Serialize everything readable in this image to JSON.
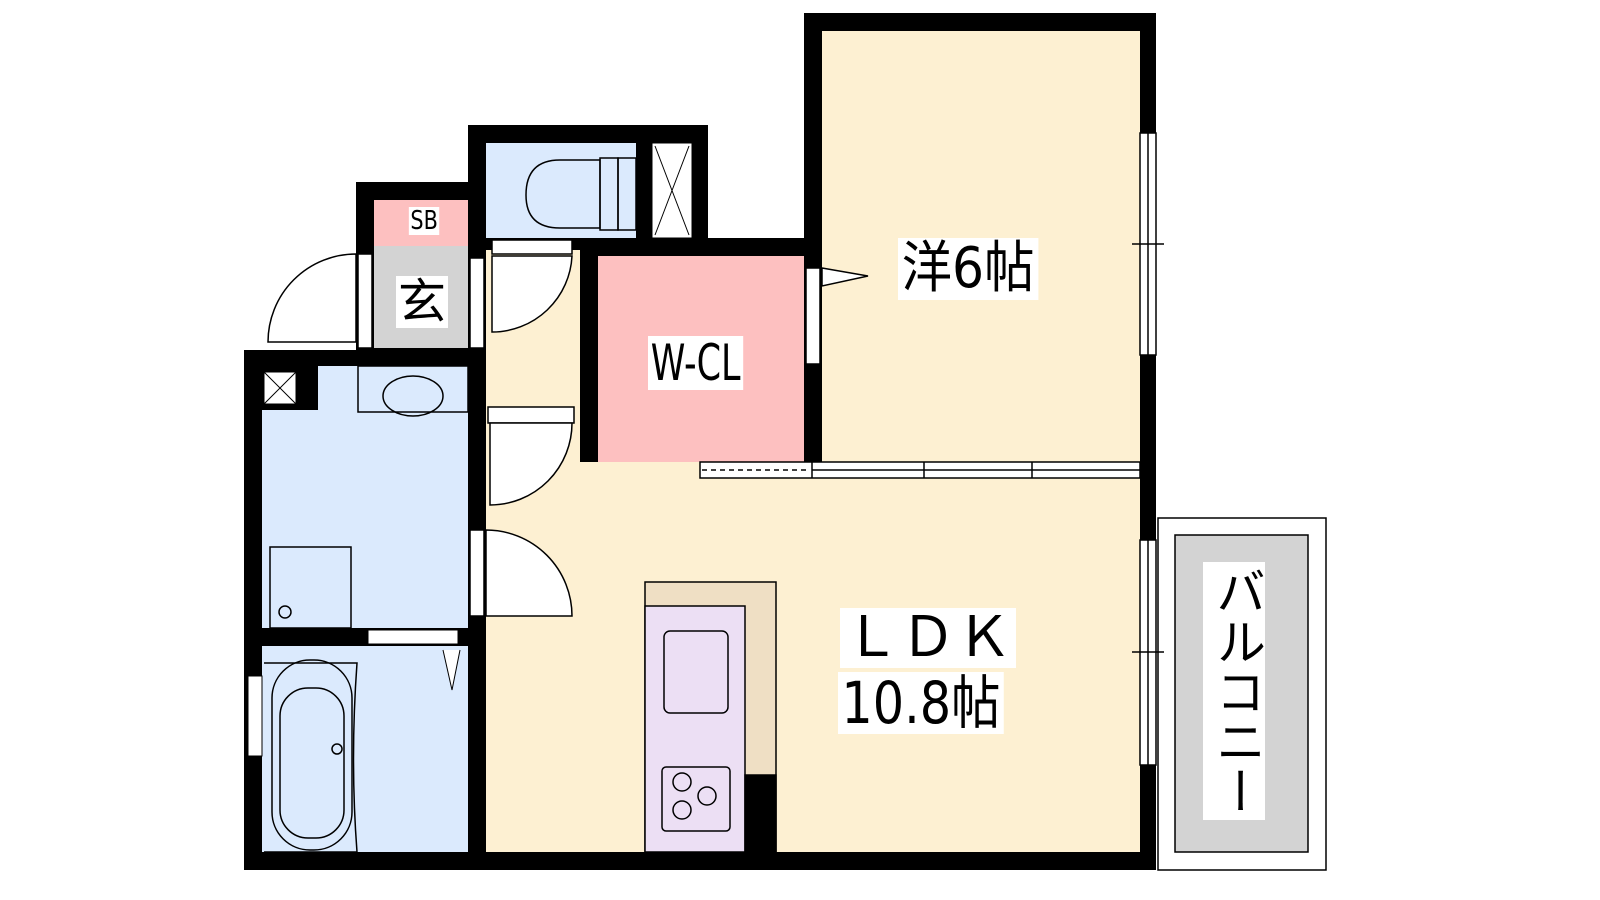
{
  "rooms": {
    "shoe_box": "SB",
    "entrance": "玄",
    "walk_in_closet": "W-CL",
    "western_room": "洋6帖",
    "ldk_name": "ＬＤＫ",
    "ldk_size": "10.8帖",
    "balcony": "バルコニー"
  },
  "colors": {
    "wall": "#000000",
    "living": "#fdf0d2",
    "wet": "#dbeafd",
    "closet": "#fdc0c0",
    "entrance": "#d3d3d3",
    "kitchen": "#ecdff4",
    "counter": "#efdfc4",
    "balcony": "#d3d3d3"
  }
}
